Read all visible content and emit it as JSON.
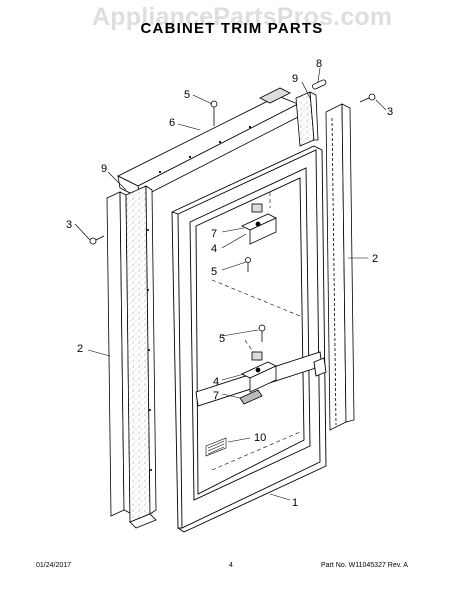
{
  "watermark": "AppliancePartsPros.com",
  "title": "CABINET TRIM PARTS",
  "callouts": {
    "c1": "1",
    "c2_left": "2",
    "c2_right": "2",
    "c3_left": "3",
    "c3_right": "3",
    "c4_top": "4",
    "c4_bottom": "4",
    "c5_topbar": "5",
    "c5_mid": "5",
    "c5_lower": "5",
    "c6": "6",
    "c7_top": "7",
    "c7_bottom": "7",
    "c8": "8",
    "c9_left": "9",
    "c9_right": "9",
    "c10": "10"
  },
  "footer": {
    "date": "01/24/2017",
    "page": "4",
    "part_no": "Part No.  W11045327  Rev. A"
  }
}
